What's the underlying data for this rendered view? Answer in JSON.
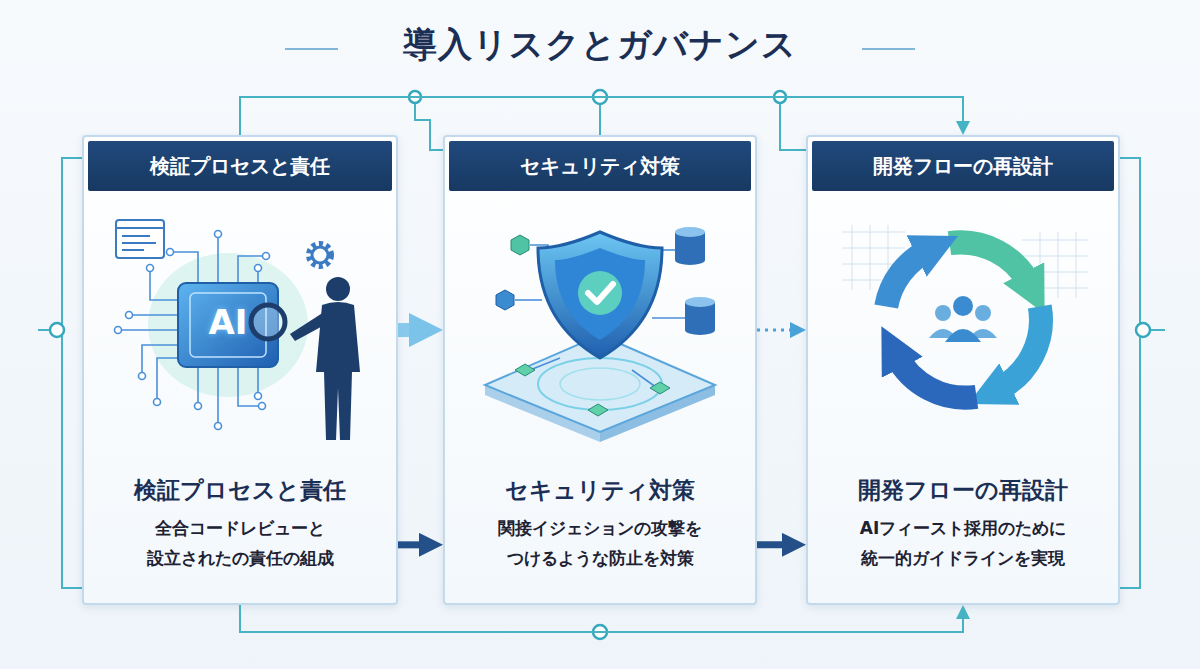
{
  "diagram": {
    "title": "導入リスクとガバナンス",
    "nodes": [
      {
        "text": [
          "検証プロセスと責任",
          "検証プロセスと責任",
          "全合コードレビューと 設立されたの責任の組成"
        ]
      },
      {
        "text": [
          "セキュリティ対策",
          "セキュリティ対策",
          "関接イジェションの攻撃を つけるような防止を対策"
        ]
      },
      {
        "text": [
          "開発フローの再設計",
          "開発フローの再設計",
          "AIフィースト採用のために 統一的ガイドラインを実現"
        ]
      }
    ],
    "edges": [
      {
        "from": 0,
        "to": 1,
        "arrow": "to"
      },
      {
        "from": 0,
        "to": 1,
        "arrow": "to"
      },
      {
        "from": 1,
        "to": 2,
        "arrow": "to"
      },
      {
        "from": 1,
        "to": 2,
        "arrow": "to"
      },
      {
        "from": 0,
        "to": 2,
        "arrow": "to"
      },
      {
        "from": 0,
        "to": 2,
        "arrow": "to"
      }
    ],
    "labels": [
      "AI"
    ]
  }
}
